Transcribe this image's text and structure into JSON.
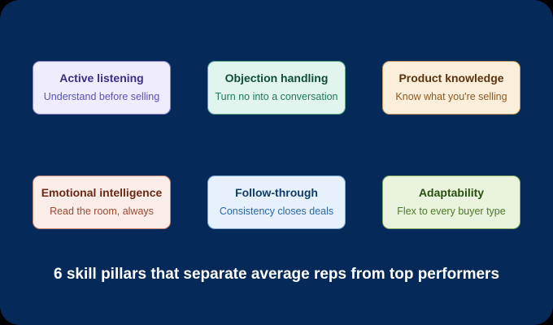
{
  "colors": {
    "background": "#052959",
    "caption": "#ffffff"
  },
  "cards": [
    {
      "title": "Active listening",
      "subtitle": "Understand before selling",
      "bg": "#eeecfd",
      "border": "#8a84d0",
      "title_color": "#3a2f86",
      "sub_color": "#5b52b8"
    },
    {
      "title": "Objection handling",
      "subtitle": "Turn no into a conversation",
      "bg": "#e1f5ee",
      "border": "#5aa88c",
      "title_color": "#0f4d3a",
      "sub_color": "#1e7a5c"
    },
    {
      "title": "Product knowledge",
      "subtitle": "Know what you're selling",
      "bg": "#fbeedb",
      "border": "#c99a5a",
      "title_color": "#5a3410",
      "sub_color": "#8a5a24"
    },
    {
      "title": "Emotional intelligence",
      "subtitle": "Read the room, always",
      "bg": "#faece7",
      "border": "#c98772",
      "title_color": "#6a2a16",
      "sub_color": "#9a4a34"
    },
    {
      "title": "Follow-through",
      "subtitle": "Consistency closes deals",
      "bg": "#e6f1fb",
      "border": "#7aa6d6",
      "title_color": "#123d6a",
      "sub_color": "#2a66a4"
    },
    {
      "title": "Adaptability",
      "subtitle": "Flex to every buyer type",
      "bg": "#eaf3de",
      "border": "#86ad5e",
      "title_color": "#27500e",
      "sub_color": "#4a7a28"
    }
  ],
  "caption": "6 skill pillars that separate average reps from top performers"
}
